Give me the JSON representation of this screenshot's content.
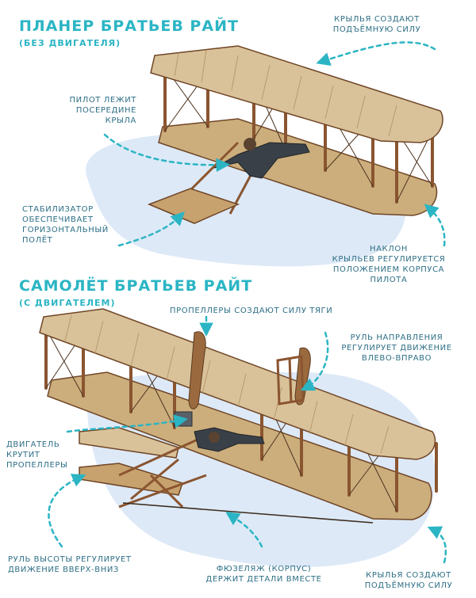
{
  "glider": {
    "title": "ПЛАНЕР БРАТЬЕВ РАЙТ",
    "subtitle": "(БЕЗ ДВИГАТЕЛЯ)",
    "labels": {
      "wings_lift": [
        "КРЫЛЬЯ СОЗДАЮТ",
        "ПОДЪЁМНУЮ СИЛУ"
      ],
      "pilot": [
        "ПИЛОТ ЛЕЖИТ",
        "ПОСЕРЕДИНЕ",
        "КРЫЛА"
      ],
      "stabilizer": [
        "СТАБИЛИЗАТОР",
        "ОБЕСПЕЧИВАЕТ",
        "ГОРИЗОНТАЛЬНЫЙ",
        "ПОЛЁТ"
      ],
      "wing_warp": [
        "НАКЛОН",
        "КРЫЛЬЕВ РЕГУЛИРУЕТСЯ",
        "ПОЛОЖЕНИЕМ КОРПУСА",
        "ПИЛОТА"
      ]
    }
  },
  "flyer": {
    "title": "САМОЛЁТ БРАТЬЕВ РАЙТ",
    "subtitle": "(С ДВИГАТЕЛЕМ)",
    "labels": {
      "propellers": [
        "ПРОПЕЛЛЕРЫ СОЗДАЮТ СИЛУ ТЯГИ"
      ],
      "rudder": [
        "РУЛЬ НАПРАВЛЕНИЯ",
        "РЕГУЛИРУЕТ ДВИЖЕНИЕ",
        "ВЛЕВО-ВПРАВО"
      ],
      "engine": [
        "ДВИГАТЕЛЬ",
        "КРУТИТ",
        "ПРОПЕЛЛЕРЫ"
      ],
      "elevator": [
        "РУЛЬ ВЫСОТЫ РЕГУЛИРУЕТ",
        "ДВИЖЕНИЕ ВВЕРХ-ВНИЗ"
      ],
      "fuselage": [
        "ФЮЗЕЛЯЖ (КОРПУС)",
        "ДЕРЖИТ ДЕТАЛИ ВМЕСТЕ"
      ],
      "wings_lift": [
        "КРЫЛЬЯ СОЗДАЮТ",
        "ПОДЪЁМНУЮ СИЛУ"
      ]
    }
  },
  "colors": {
    "accent": "#2bb5c4",
    "label": "#2e6f86",
    "wing": "#d9c29a",
    "strut": "#8a5530",
    "shadow": "#dde9f7"
  }
}
